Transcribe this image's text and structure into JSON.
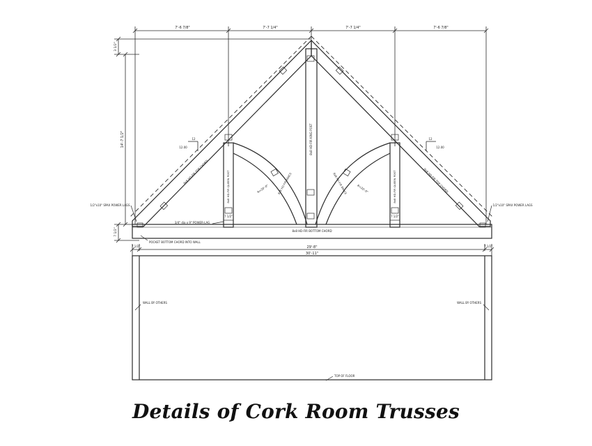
{
  "caption": "Details of Cork Room Trusses",
  "dimensions": {
    "top": [
      "7'-6 7/8\"",
      "7'-7 1/4\"",
      "7'-7 1/4\"",
      "7'-6 7/8\""
    ],
    "heel": "3 1/2\"",
    "overall_height": "14'-7 1/2\"",
    "bottom_chord_depth": "7 1/2\"",
    "post_width_left": "7 1/2\"",
    "post_width_right": "7 1/2\"",
    "span": "29'-8\"",
    "overall_span": "30'-11\"",
    "overhang_left": "7 1/2\"",
    "overhang_right": "7 1/2\""
  },
  "pitch": {
    "rise": "12",
    "run": "12.00"
  },
  "labels": {
    "rafter_left": "8x8 HD-FIR TOP CHORD",
    "rafter_right": "8x8 HD-FIR TOP CHORD",
    "king_post": "8x8 HD-FIR KING POST",
    "queen_post_left": "8x8 HD-FIR QUEEN POST",
    "queen_post_right": "8x8 HD-FIR QUEEN POST",
    "brace_left": "8x8 HD-FIR BRACE",
    "brace_right": "8x8 HD-FIR BRACE",
    "brace_radius_left": "R=20'-0\"",
    "brace_radius_right": "R=20'-0\"",
    "bottom_chord": "8x8 HD-FIR BOTTOM CHORD",
    "bolt_note": "3/4\" dia x 9\" POWER-LAG",
    "lag_left": "1/2\"x10\" SPAX POWER LAGS",
    "lag_right": "1/2\"x10\" SPAX POWER LAGS",
    "pocket_note": "POCKET BOTTOM CHORD INTO WALL",
    "wall_left": "WALL BY OTHERS",
    "wall_right": "WALL BY OTHERS",
    "floor": "TOP OF FLOOR"
  }
}
